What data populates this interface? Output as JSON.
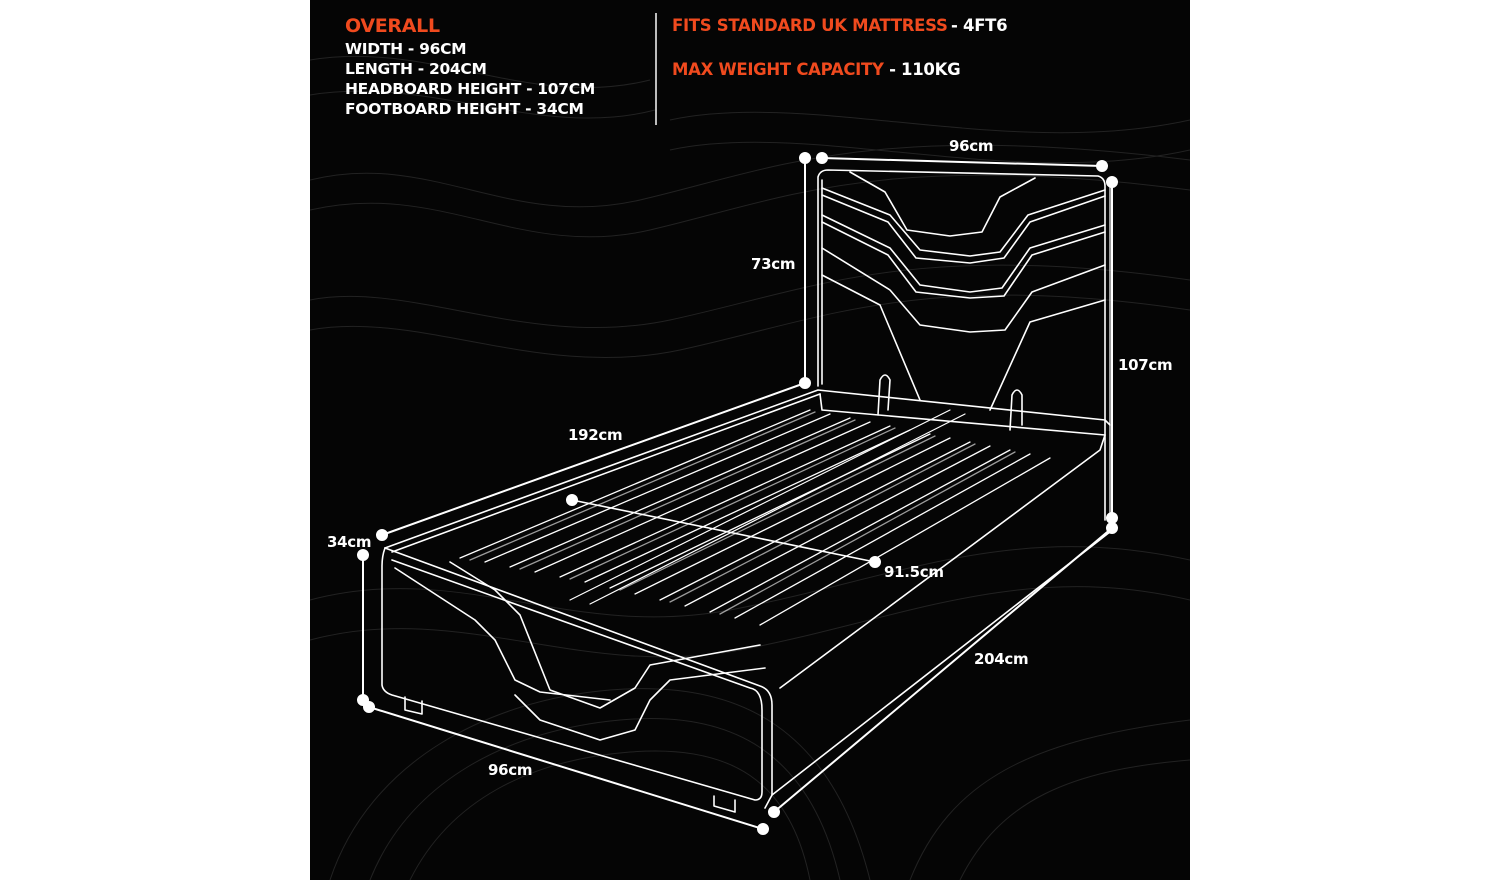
{
  "overall": {
    "title": "OVERALL",
    "lines": [
      "WIDTH - 96CM",
      "LENGTH - 204CM",
      "HEADBOARD HEIGHT - 107CM",
      "FOOTBOARD HEIGHT - 34CM"
    ]
  },
  "highlights": {
    "mattress_label": "FITS STANDARD UK MATTRESS",
    "mattress_value": "- 4FT6",
    "weight_label": "MAX WEIGHT CAPACITY",
    "weight_value": "- 110KG"
  },
  "dimensions": {
    "headboard_width": "96cm",
    "headboard_panel_height": "73cm",
    "headboard_total_height": "107cm",
    "internal_length": "192cm",
    "footboard_height": "34cm",
    "internal_width": "91.5cm",
    "total_length": "204cm",
    "footboard_width": "96cm"
  },
  "colors": {
    "accent": "#F04A1E",
    "background": "#050505",
    "line": "#ffffff"
  }
}
